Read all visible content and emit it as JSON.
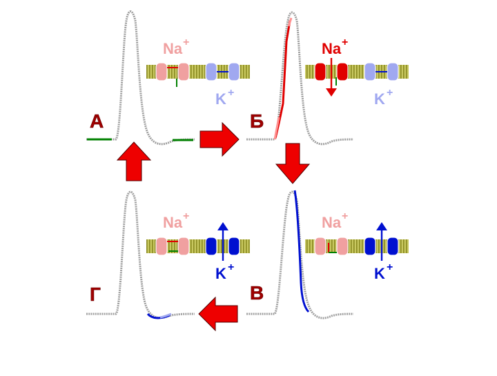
{
  "colors": {
    "trace": "#a0a0a0",
    "na_light": "#f0a0a0",
    "na_active": "#e00000",
    "k_light": "#a0a8f0",
    "k_active": "#0010d0",
    "membrane": "#a0a030",
    "rest_line": "#008000",
    "arrow": "#ee0000",
    "label": "#a00000",
    "na_highlight": "#ff8080"
  },
  "panels": [
    {
      "id": "a",
      "label": "А",
      "na_text": "Na",
      "na_superscript": "+",
      "k_text": "K",
      "k_superscript": "+",
      "state": "rest",
      "highlight": "rest"
    },
    {
      "id": "b",
      "label": "Б",
      "na_text": "Na",
      "na_superscript": "+",
      "k_text": "K",
      "k_superscript": "+",
      "state": "depolarization",
      "highlight": "rising"
    },
    {
      "id": "v",
      "label": "В",
      "na_text": "Na",
      "na_superscript": "+",
      "k_text": "K",
      "k_superscript": "+",
      "state": "repolarization",
      "highlight": "falling"
    },
    {
      "id": "g",
      "label": "Г",
      "na_text": "Na",
      "na_superscript": "+",
      "k_text": "K",
      "k_superscript": "+",
      "state": "hyperpolarization",
      "highlight": "undershoot"
    }
  ],
  "flow_arrows": [
    {
      "from": "a",
      "to": "b",
      "direction": "right"
    },
    {
      "from": "b",
      "to": "v",
      "direction": "down"
    },
    {
      "from": "v",
      "to": "g",
      "direction": "left"
    },
    {
      "from": "g",
      "to": "a",
      "direction": "up"
    }
  ]
}
